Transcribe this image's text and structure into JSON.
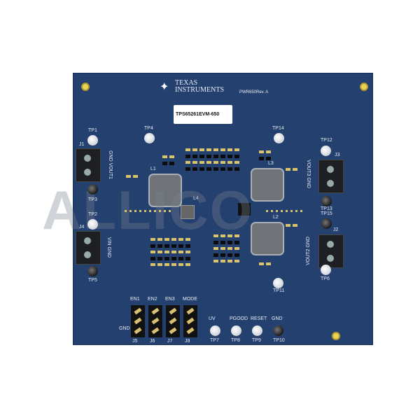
{
  "brand": {
    "line1": "TEXAS",
    "line2": "INSTRUMENTS",
    "logo": "ti-logo"
  },
  "revision": "PWR650Rev. A",
  "board_label": "TPS65261EVM-650",
  "watermark": "ALLICO",
  "testpoints": {
    "tp1": "TP1",
    "tp2": "TP2",
    "tp3": "TP3",
    "tp4": "TP4",
    "tp5": "TP5",
    "tp6": "TP6",
    "tp7": "TP7",
    "tp8": "TP8",
    "tp9": "TP9",
    "tp10": "TP10",
    "tp11": "TP11",
    "tp12": "TP12",
    "tp13": "TP13",
    "tp14": "TP14",
    "tp15": "TP15"
  },
  "connectors": {
    "j1": "J1",
    "j1_label": "GND VOUT1",
    "j4": "J4",
    "j4_label": "VIN GND",
    "j3": "J3",
    "j3_label": "VOUT3 GND",
    "j2": "J2",
    "j2_label": "VOUT2 GND"
  },
  "inductors": {
    "l1": "L1",
    "l2": "L2",
    "l3": "L3",
    "l4": "L4"
  },
  "jumpers": [
    {
      "top": "EN1",
      "ref": "J5"
    },
    {
      "top": "EN2",
      "ref": "J6"
    },
    {
      "top": "EN3",
      "ref": "J7"
    },
    {
      "top": "MODE",
      "ref": "J8"
    }
  ],
  "jumper_gnd": "GND",
  "bottom_tps": [
    {
      "label": "UV",
      "tp": "TP7"
    },
    {
      "label": "PGOOD",
      "tp": "TP8"
    },
    {
      "label": "RESET",
      "tp": "TP9"
    },
    {
      "label": "GND",
      "tp": "TP10"
    }
  ]
}
